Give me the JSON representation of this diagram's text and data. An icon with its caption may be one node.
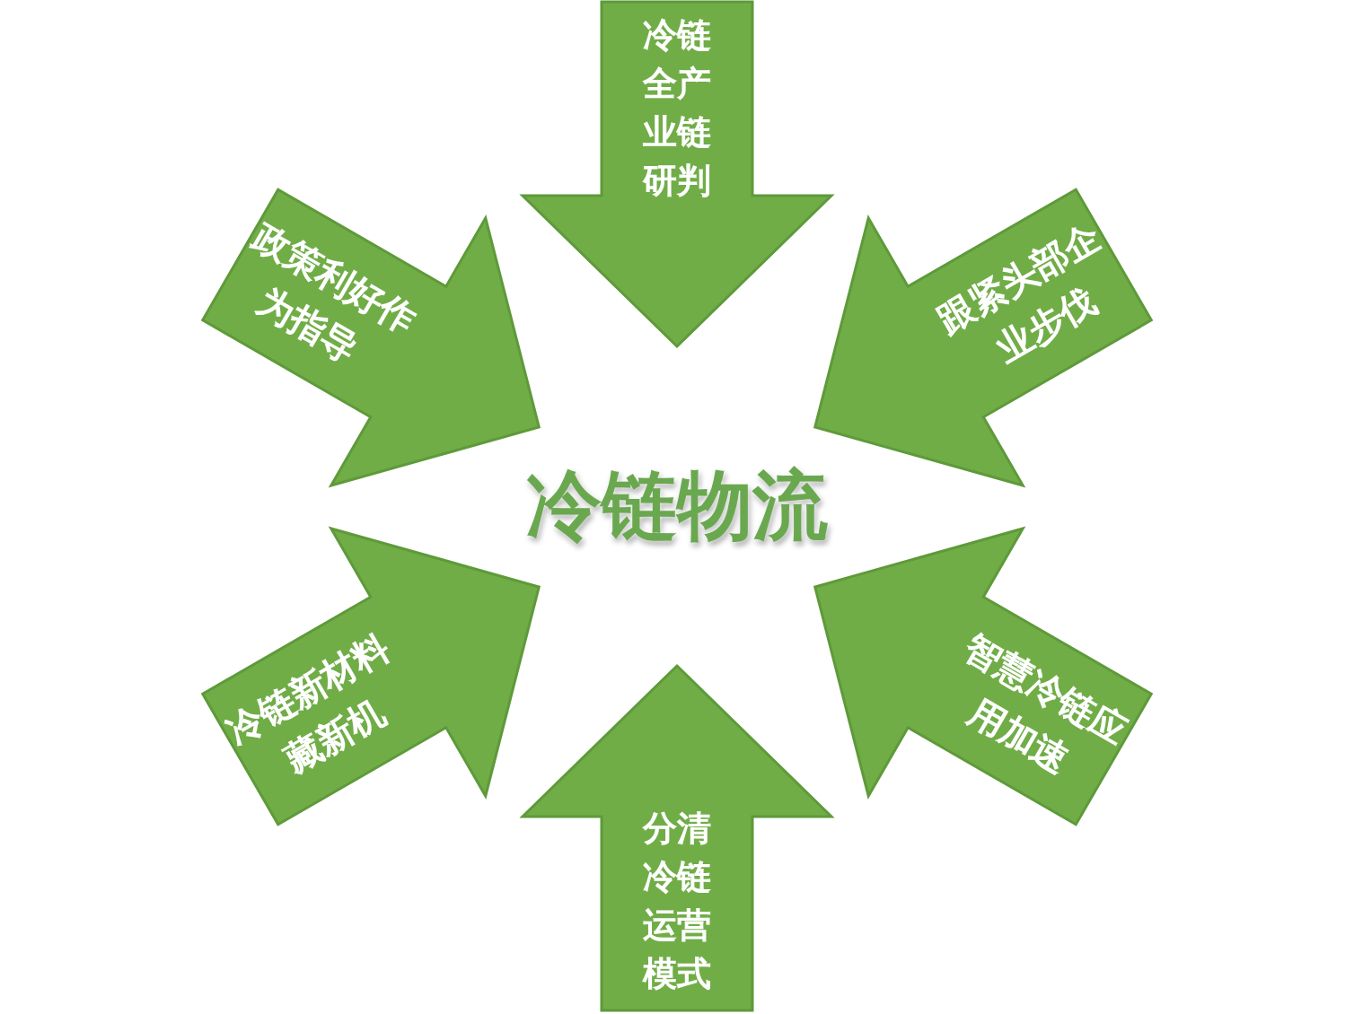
{
  "diagram": {
    "nodes": [
      {
        "text": [
          "冷链全产业链研判"
        ]
      },
      {
        "text": [
          "政策利好作为指导"
        ]
      },
      {
        "text": [
          "跟紧头部企业步伐"
        ]
      },
      {
        "text": [
          "冷链物流"
        ]
      },
      {
        "text": [
          "冷链新材料藏新机"
        ]
      },
      {
        "text": [
          "智慧冷链应用加速"
        ]
      },
      {
        "text": [
          "分清冷链运营模式"
        ]
      }
    ]
  }
}
